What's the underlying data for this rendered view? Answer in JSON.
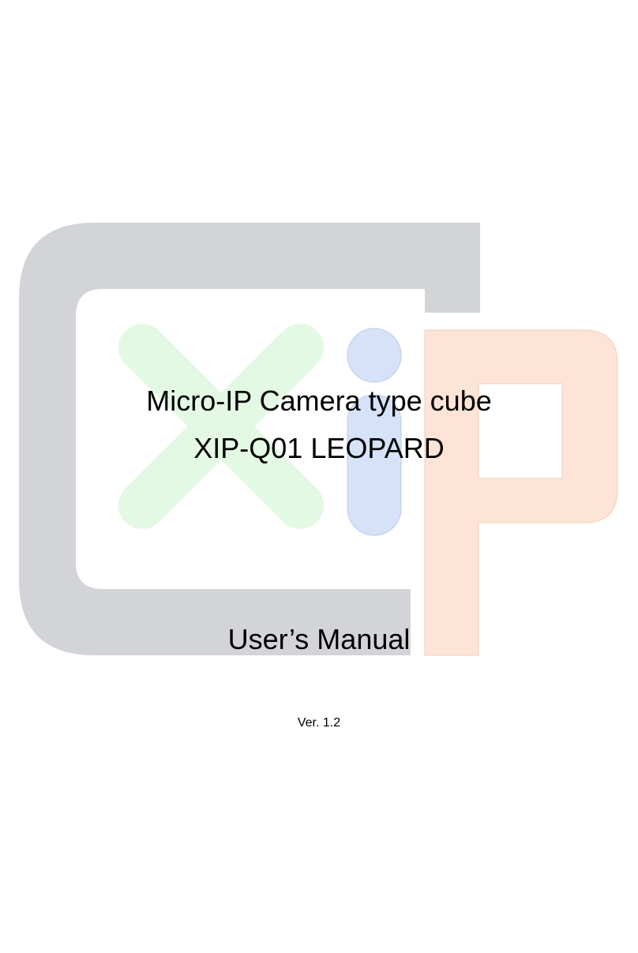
{
  "document": {
    "title_line1": "Micro-IP Camera type cube",
    "title_line2": "XIP-Q01 LEOPARD",
    "manual_title": "User’s Manual",
    "version": "Ver. 1.2"
  },
  "logo": {
    "name": "xip-logo-watermark",
    "colors": {
      "frame_gray": "#d3d4d8",
      "x_green": "#e3f9e3",
      "x_outline": "#b9e4b9",
      "i_blue": "#d6e2f7",
      "i_outline": "#b9cbee",
      "p_peach": "#fde4d6",
      "p_outline": "#f5cdb8"
    }
  }
}
